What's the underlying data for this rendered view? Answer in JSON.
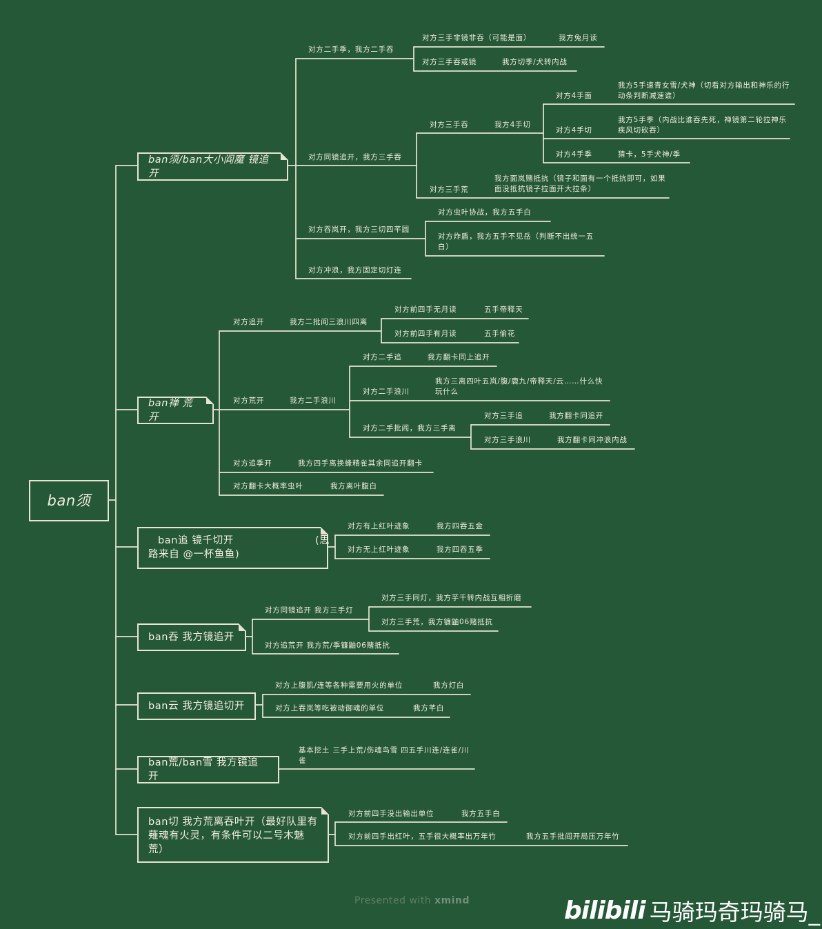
{
  "root": "ban须",
  "branches": {
    "b1": {
      "label": "ban须/ban大小阎魔 镜追开",
      "n1": "对方二手季，我方二手吞",
      "n1a": "对方三手非镜非吞（可能是面）",
      "n1a_r": "我方兔月读",
      "n1b": "对方三手吞或镜",
      "n1b_r": "我方切季/犬转内战",
      "n2": "对方同镜追开，我方三手吞",
      "n2a": "对方三手吞",
      "n2a_m": "我方4手切",
      "n2a1": "对方4手面",
      "n2a1_r": "我方5手速青女雪/犬神（切看对方输出和神乐的行动条判断减速谁）",
      "n2a2": "对方4手切",
      "n2a2_r": "我方5手季（内战比谁吞先死，禅镜第二轮拉神乐疾风切砍吞）",
      "n2a3": "对方4手季",
      "n2a3_r": "猜卡，5手犬神/季",
      "n2b": "对方三手荒",
      "n2b_r": "我方面岚赌抵抗（镜子和面有一个抵抗即可，如果面没抵抗镜子拉面开大拉条）",
      "n3": "对方吞岚开，我方三切四芊圆",
      "n3a": "对方虫叶协战，我方五手白",
      "n3b": "对方炸盾，我方五手不见岳（判断不出统一五白）",
      "n4": "对方冲浪，我方固定切灯连"
    },
    "b2": {
      "label": "ban禅 荒开",
      "n1": "对方追开",
      "n1_m": "我方二批阎三浪川四离",
      "n1a": "对方前四手无月读",
      "n1a_r": "五手帝释天",
      "n1b": "对方前四手有月读",
      "n1b_r": "五手偷花",
      "n2": "对方荒开",
      "n2_m": "我方二手浪川",
      "n2a": "对方二手追",
      "n2a_r": "我方翻卡同上追开",
      "n2b": "对方二手浪川",
      "n2b_r": "我方三离四叶五岚/腹/鹿九/帝释天/云……什么快玩什么",
      "n2c": "对方二手批阎，我方三手离",
      "n2c1": "对方三手追",
      "n2c1_r": "我方翻卡同追开",
      "n2c2": "对方三手浪川",
      "n2c2_r": "我方翻卡同冲浪内战",
      "n3": "对方追季开",
      "n3_r": "我方四手离换蜂精雀其余同追开翻卡",
      "n4": "对方翻卡大概率虫叶",
      "n4_r": "我方离叶腹白"
    },
    "b3": {
      "label": "ban追 镜千切开",
      "label_tail": "(思",
      "label_2": "路来自 @一杯鱼鱼)",
      "n1": "对方有上红叶迹象",
      "n1_r": "我方四吞五金",
      "n2": "对方无上红叶迹象",
      "n2_r": "我方四吞五季"
    },
    "b4": {
      "label": "ban吞 我方镜追开",
      "n1": "对方同镜追开 我方三手灯",
      "n1a": "对方三手同灯，我方芋千转内战互相折磨",
      "n1b": "对方三手荒，我方镰鼬06赌抵抗",
      "n2": "对方追荒开 我方荒/季镰鼬06赌抵抗"
    },
    "b5": {
      "label": "ban云 我方镜追切开",
      "n1": "对方上腹肌/连等各种需要用火的单位",
      "n1_r": "我方灯白",
      "n2": "对方上吞岚等吃被动御魂的单位",
      "n2_r": "我方芊白"
    },
    "b6": {
      "label": "ban荒/ban雪 我方镜追开",
      "n1": "基本挖土 三手上荒/伤魂鸟雪 四五手川连/连雀/川雀"
    },
    "b7": {
      "label": "ban切 我方荒离吞叶开（最好队里有薙魂有火灵，有条件可以二号木魅荒）",
      "n1": "对方前四手没出输出单位",
      "n1_r": "我方五手白",
      "n2": "对方前四手出红叶，五手很大概率出万年竹",
      "n2_r": "我方五手批阎开局压万年竹"
    }
  },
  "footer": {
    "prefix": "Presented with ",
    "brand": "xmind"
  },
  "watermark": {
    "logo": "bilibili",
    "author": "马骑玛奇玛骑马_"
  },
  "colors": {
    "background": "#255837",
    "line": "#e9e4d1",
    "text": "#f1ecdc"
  }
}
